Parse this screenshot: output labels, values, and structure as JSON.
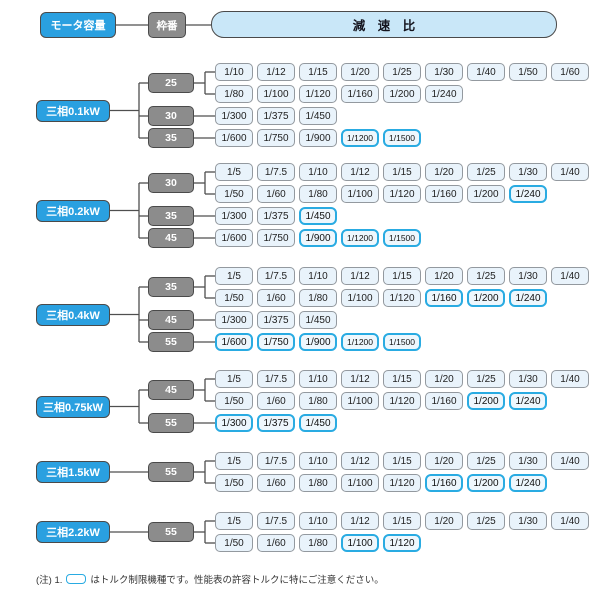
{
  "header": {
    "motor_capacity_label": "モータ容量",
    "frame_number_label": "枠番",
    "reduction_ratio_label": "減　速　比"
  },
  "colors": {
    "motor_blue": "#2aa0e0",
    "frame_gray": "#8c8c8c",
    "box_border_dark": "#4a4a4a",
    "ratio_bg": "#e9f3fb",
    "ratio_border": "#93999f",
    "torque_limit_blue": "#29abe2",
    "torque_limit_bg": "#eef7fd",
    "ratio_header_bg": "#c9e7f8",
    "connector": "#4f4f4f"
  },
  "blocks": [
    {
      "motor_label": "三相0.1kW",
      "frames": [
        {
          "frame": "25",
          "rows": [
            [
              {
                "v": "1/10",
                "tl": false
              },
              {
                "v": "1/12",
                "tl": false
              },
              {
                "v": "1/15",
                "tl": false
              },
              {
                "v": "1/20",
                "tl": false
              },
              {
                "v": "1/25",
                "tl": false
              },
              {
                "v": "1/30",
                "tl": false
              },
              {
                "v": "1/40",
                "tl": false
              },
              {
                "v": "1/50",
                "tl": false
              },
              {
                "v": "1/60",
                "tl": false
              }
            ],
            [
              {
                "v": "1/80",
                "tl": false
              },
              {
                "v": "1/100",
                "tl": false
              },
              {
                "v": "1/120",
                "tl": false
              },
              {
                "v": "1/160",
                "tl": false
              },
              {
                "v": "1/200",
                "tl": false
              },
              {
                "v": "1/240",
                "tl": false
              }
            ]
          ]
        },
        {
          "frame": "30",
          "rows": [
            [
              {
                "v": "1/300",
                "tl": false
              },
              {
                "v": "1/375",
                "tl": false
              },
              {
                "v": "1/450",
                "tl": false
              }
            ]
          ]
        },
        {
          "frame": "35",
          "rows": [
            [
              {
                "v": "1/600",
                "tl": false
              },
              {
                "v": "1/750",
                "tl": false
              },
              {
                "v": "1/900",
                "tl": false
              },
              {
                "v": "1/1200",
                "tl": true
              },
              {
                "v": "1/1500",
                "tl": true
              }
            ]
          ]
        }
      ]
    },
    {
      "motor_label": "三相0.2kW",
      "frames": [
        {
          "frame": "30",
          "rows": [
            [
              {
                "v": "1/5",
                "tl": false
              },
              {
                "v": "1/7.5",
                "tl": false
              },
              {
                "v": "1/10",
                "tl": false
              },
              {
                "v": "1/12",
                "tl": false
              },
              {
                "v": "1/15",
                "tl": false
              },
              {
                "v": "1/20",
                "tl": false
              },
              {
                "v": "1/25",
                "tl": false
              },
              {
                "v": "1/30",
                "tl": false
              },
              {
                "v": "1/40",
                "tl": false
              }
            ],
            [
              {
                "v": "1/50",
                "tl": false
              },
              {
                "v": "1/60",
                "tl": false
              },
              {
                "v": "1/80",
                "tl": false
              },
              {
                "v": "1/100",
                "tl": false
              },
              {
                "v": "1/120",
                "tl": false
              },
              {
                "v": "1/160",
                "tl": false
              },
              {
                "v": "1/200",
                "tl": false
              },
              {
                "v": "1/240",
                "tl": true
              }
            ]
          ]
        },
        {
          "frame": "35",
          "rows": [
            [
              {
                "v": "1/300",
                "tl": false
              },
              {
                "v": "1/375",
                "tl": false
              },
              {
                "v": "1/450",
                "tl": true
              }
            ]
          ]
        },
        {
          "frame": "45",
          "rows": [
            [
              {
                "v": "1/600",
                "tl": false
              },
              {
                "v": "1/750",
                "tl": false
              },
              {
                "v": "1/900",
                "tl": true
              },
              {
                "v": "1/1200",
                "tl": true
              },
              {
                "v": "1/1500",
                "tl": true
              }
            ]
          ]
        }
      ]
    },
    {
      "motor_label": "三相0.4kW",
      "frames": [
        {
          "frame": "35",
          "rows": [
            [
              {
                "v": "1/5",
                "tl": false
              },
              {
                "v": "1/7.5",
                "tl": false
              },
              {
                "v": "1/10",
                "tl": false
              },
              {
                "v": "1/12",
                "tl": false
              },
              {
                "v": "1/15",
                "tl": false
              },
              {
                "v": "1/20",
                "tl": false
              },
              {
                "v": "1/25",
                "tl": false
              },
              {
                "v": "1/30",
                "tl": false
              },
              {
                "v": "1/40",
                "tl": false
              }
            ],
            [
              {
                "v": "1/50",
                "tl": false
              },
              {
                "v": "1/60",
                "tl": false
              },
              {
                "v": "1/80",
                "tl": false
              },
              {
                "v": "1/100",
                "tl": false
              },
              {
                "v": "1/120",
                "tl": false
              },
              {
                "v": "1/160",
                "tl": true
              },
              {
                "v": "1/200",
                "tl": true
              },
              {
                "v": "1/240",
                "tl": true
              }
            ]
          ]
        },
        {
          "frame": "45",
          "rows": [
            [
              {
                "v": "1/300",
                "tl": false
              },
              {
                "v": "1/375",
                "tl": false
              },
              {
                "v": "1/450",
                "tl": false
              }
            ]
          ]
        },
        {
          "frame": "55",
          "rows": [
            [
              {
                "v": "1/600",
                "tl": true
              },
              {
                "v": "1/750",
                "tl": true
              },
              {
                "v": "1/900",
                "tl": true
              },
              {
                "v": "1/1200",
                "tl": true
              },
              {
                "v": "1/1500",
                "tl": true
              }
            ]
          ]
        }
      ]
    },
    {
      "motor_label": "三相0.75kW",
      "frames": [
        {
          "frame": "45",
          "rows": [
            [
              {
                "v": "1/5",
                "tl": false
              },
              {
                "v": "1/7.5",
                "tl": false
              },
              {
                "v": "1/10",
                "tl": false
              },
              {
                "v": "1/12",
                "tl": false
              },
              {
                "v": "1/15",
                "tl": false
              },
              {
                "v": "1/20",
                "tl": false
              },
              {
                "v": "1/25",
                "tl": false
              },
              {
                "v": "1/30",
                "tl": false
              },
              {
                "v": "1/40",
                "tl": false
              }
            ],
            [
              {
                "v": "1/50",
                "tl": false
              },
              {
                "v": "1/60",
                "tl": false
              },
              {
                "v": "1/80",
                "tl": false
              },
              {
                "v": "1/100",
                "tl": false
              },
              {
                "v": "1/120",
                "tl": false
              },
              {
                "v": "1/160",
                "tl": false
              },
              {
                "v": "1/200",
                "tl": true
              },
              {
                "v": "1/240",
                "tl": true
              }
            ]
          ]
        },
        {
          "frame": "55",
          "rows": [
            [
              {
                "v": "1/300",
                "tl": true
              },
              {
                "v": "1/375",
                "tl": true
              },
              {
                "v": "1/450",
                "tl": true
              }
            ]
          ]
        }
      ]
    },
    {
      "motor_label": "三相1.5kW",
      "frames": [
        {
          "frame": "55",
          "rows": [
            [
              {
                "v": "1/5",
                "tl": false
              },
              {
                "v": "1/7.5",
                "tl": false
              },
              {
                "v": "1/10",
                "tl": false
              },
              {
                "v": "1/12",
                "tl": false
              },
              {
                "v": "1/15",
                "tl": false
              },
              {
                "v": "1/20",
                "tl": false
              },
              {
                "v": "1/25",
                "tl": false
              },
              {
                "v": "1/30",
                "tl": false
              },
              {
                "v": "1/40",
                "tl": false
              }
            ],
            [
              {
                "v": "1/50",
                "tl": false
              },
              {
                "v": "1/60",
                "tl": false
              },
              {
                "v": "1/80",
                "tl": false
              },
              {
                "v": "1/100",
                "tl": false
              },
              {
                "v": "1/120",
                "tl": false
              },
              {
                "v": "1/160",
                "tl": true
              },
              {
                "v": "1/200",
                "tl": true
              },
              {
                "v": "1/240",
                "tl": true
              }
            ]
          ]
        }
      ]
    },
    {
      "motor_label": "三相2.2kW",
      "frames": [
        {
          "frame": "55",
          "rows": [
            [
              {
                "v": "1/5",
                "tl": false
              },
              {
                "v": "1/7.5",
                "tl": false
              },
              {
                "v": "1/10",
                "tl": false
              },
              {
                "v": "1/12",
                "tl": false
              },
              {
                "v": "1/15",
                "tl": false
              },
              {
                "v": "1/20",
                "tl": false
              },
              {
                "v": "1/25",
                "tl": false
              },
              {
                "v": "1/30",
                "tl": false
              },
              {
                "v": "1/40",
                "tl": false
              }
            ],
            [
              {
                "v": "1/50",
                "tl": false
              },
              {
                "v": "1/60",
                "tl": false
              },
              {
                "v": "1/80",
                "tl": false
              },
              {
                "v": "1/100",
                "tl": true
              },
              {
                "v": "1/120",
                "tl": true
              }
            ]
          ]
        }
      ]
    }
  ],
  "note": {
    "label": "(注) 1.",
    "legend_icon": "torque-limit-box-icon",
    "text": "はトルク制限機種です。性能表の許容トルクに特にご注意ください。"
  }
}
